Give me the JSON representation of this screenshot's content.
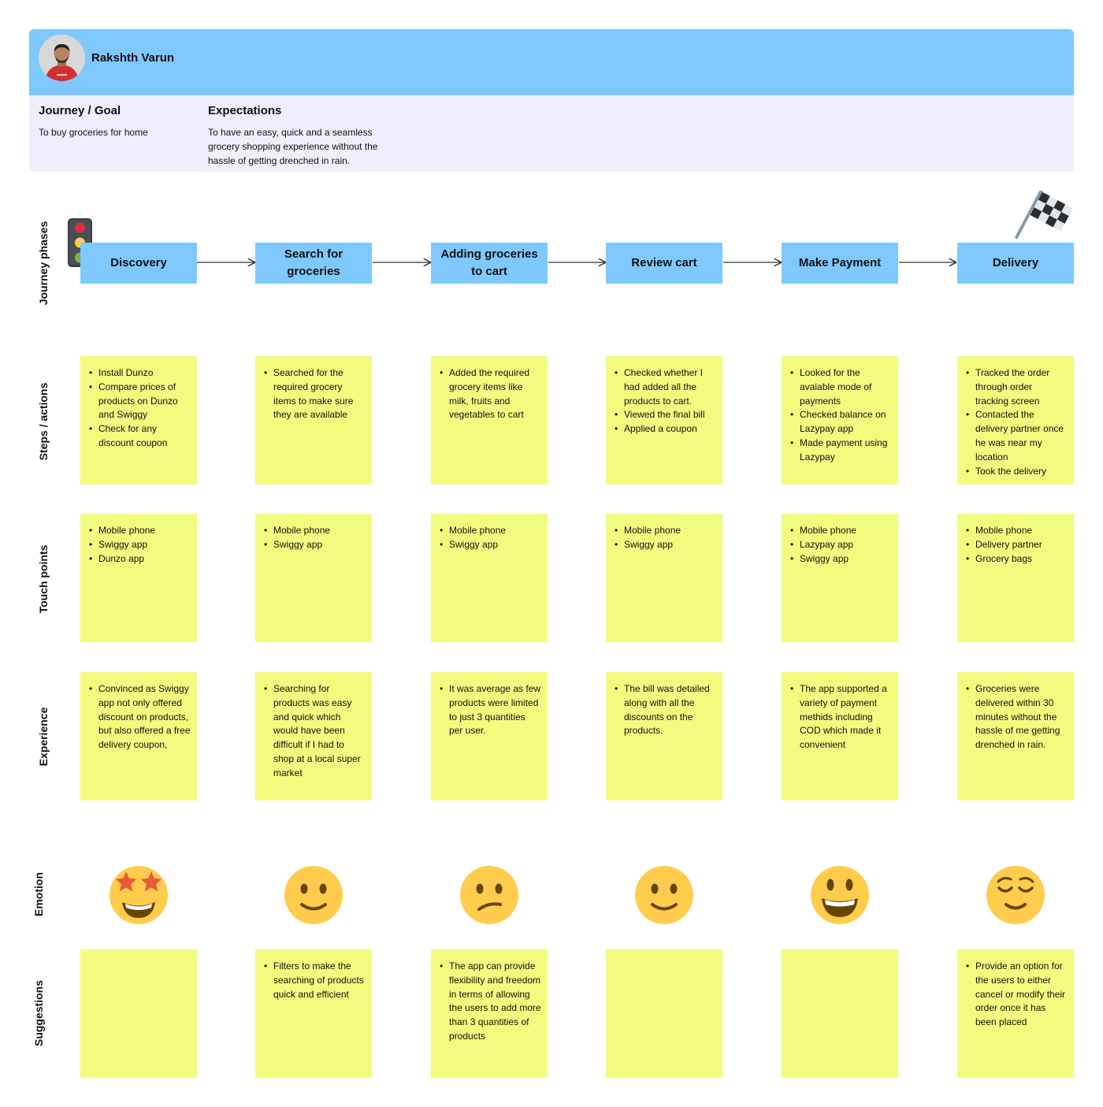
{
  "persona": {
    "name": "Rakshth Varun",
    "goal_title": "Journey / Goal",
    "goal_text": "To buy groceries for home",
    "expectations_title": "Expectations",
    "expectations_text": "To have an easy, quick and a seamless grocery shopping experience without the hassle of getting drenched in rain."
  },
  "row_labels": {
    "phases": "Journey phases",
    "steps": "Steps / actions",
    "touchpoints": "Touch points",
    "experience": "Experience",
    "emotion": "Emotion",
    "suggestions": "Suggestions"
  },
  "icons": {
    "start": "traffic-light-icon",
    "finish": "checkered-flag-icon"
  },
  "colors": {
    "header_blue": "#7fc8fd",
    "persona_bg": "#efeefc",
    "sticky_yellow": "#f3fb7f",
    "emoji_yellow": "#ffcc4d"
  },
  "phases": [
    {
      "name": "Discovery",
      "steps": [
        "Install Dunzo",
        "Compare prices of products on Dunzo and Swiggy",
        "Check for any discount coupon"
      ],
      "touchpoints": [
        "Mobile phone",
        "Swiggy app",
        "Dunzo app"
      ],
      "experience": [
        "Convinced as Swiggy app not only offered discount on products, but also offered a free delivery coupon,"
      ],
      "emotion": "star-struck-emoji",
      "suggestions": []
    },
    {
      "name": "Search for groceries",
      "steps": [
        "Searched for the required grocery items to make sure they are available"
      ],
      "touchpoints": [
        "Mobile phone",
        "Swiggy app"
      ],
      "experience": [
        "Searching for products was easy and quick which would have been difficult if I had to shop at a local super market"
      ],
      "emotion": "slightly-smiling-emoji",
      "suggestions": [
        "Filters to make the searching of products quick and efficient"
      ]
    },
    {
      "name": "Adding groceries to cart",
      "steps": [
        "Added the required grocery items like milk, fruits and vegetables to cart"
      ],
      "touchpoints": [
        "Mobile phone",
        "Swiggy app"
      ],
      "experience": [
        "It was average as few products were limited to just 3 quantities per user."
      ],
      "emotion": "confused-emoji",
      "suggestions": [
        "The app can provide flexibility and freedom in terms of allowing the users to add more than 3 quantities of products"
      ]
    },
    {
      "name": "Review cart",
      "steps": [
        "Checked whether I had added all the products to cart.",
        "Viewed the final bill",
        "Applied a coupon"
      ],
      "touchpoints": [
        "Mobile phone",
        "Swiggy app"
      ],
      "experience": [
        "The bill was detailed along with all the discounts on the products."
      ],
      "emotion": "slightly-smiling-emoji",
      "suggestions": []
    },
    {
      "name": "Make Payment",
      "steps": [
        "Looked for the avaiable mode of payments",
        "Checked balance on Lazypay app",
        "Made payment using Lazypay"
      ],
      "touchpoints": [
        "Mobile phone",
        "Lazypay app",
        "Swiggy app"
      ],
      "experience": [
        "The app supported a variety of payment methids including COD which made it convenient"
      ],
      "emotion": "grinning-emoji",
      "suggestions": []
    },
    {
      "name": "Delivery",
      "steps": [
        "Tracked the order through order tracking screen",
        "Contacted the delivery partner once he was near my location",
        "Took the delivery"
      ],
      "touchpoints": [
        "Mobile phone",
        "Delivery partner",
        "Grocery bags"
      ],
      "experience": [
        "Groceries were delivered within 30 minutes without the hassle of me getting drenched in rain."
      ],
      "emotion": "relieved-emoji",
      "suggestions": [
        "Provide an option for the users to either cancel or modify their order once it has been placed"
      ]
    }
  ]
}
